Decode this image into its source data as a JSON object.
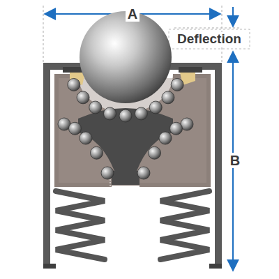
{
  "diagram": {
    "labels": [
      "A",
      "Deflection",
      "B"
    ]
  }
}
